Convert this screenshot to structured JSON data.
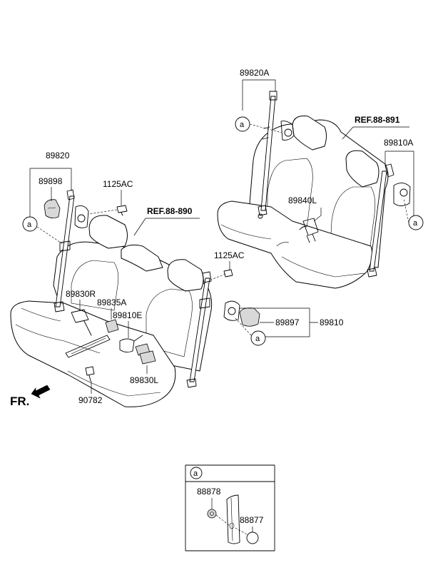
{
  "labels": {
    "p89820A": "89820A",
    "ref891": "REF.88-891",
    "p89810A": "89810A",
    "p89840L": "89840L",
    "p89820": "89820",
    "p89898": "89898",
    "p1125AC_a": "1125AC",
    "ref890": "REF.88-890",
    "p1125AC_b": "1125AC",
    "p89830R": "89830R",
    "p89835A": "89835A",
    "p89810E": "89810E",
    "p89897": "89897",
    "p89810": "89810",
    "p89830L": "89830L",
    "p90782": "90782",
    "fr": "FR.",
    "p88878": "88878",
    "p88877": "88877"
  },
  "callout_letter": "a"
}
